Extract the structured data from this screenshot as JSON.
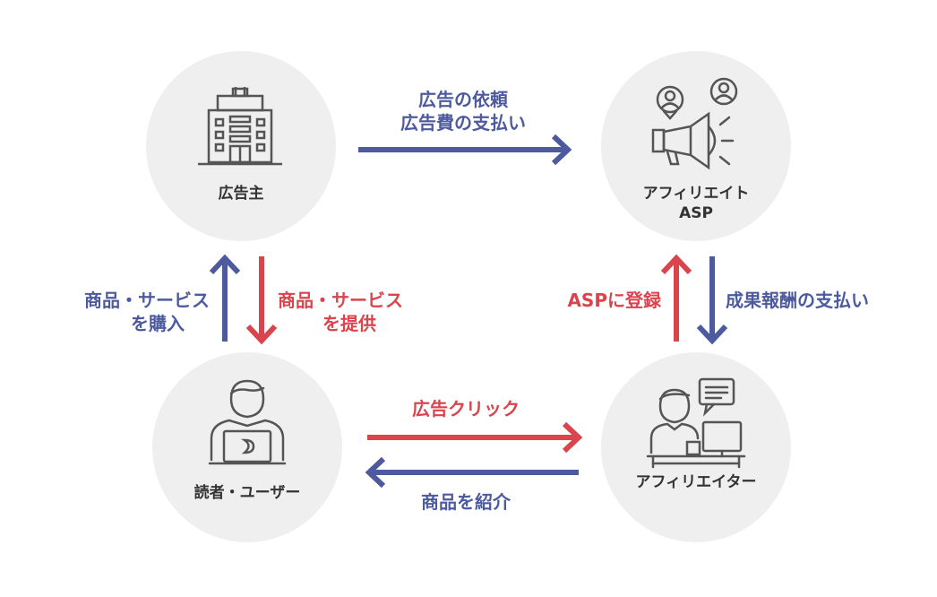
{
  "nodes": {
    "advertiser": {
      "label": "広告主",
      "icon": "building-icon"
    },
    "asp": {
      "label_line1": "アフィリエイト",
      "label_line2": "ASP",
      "icon": "megaphone-users-icon"
    },
    "reader": {
      "label": "読者・ユーザー",
      "icon": "user-laptop-icon"
    },
    "affiliate": {
      "label": "アフィリエイター",
      "icon": "person-computer-chat-icon"
    }
  },
  "edges": {
    "ad_request": {
      "line1": "広告の依頼",
      "line2": "広告費の支払い",
      "color": "#4d5b9e"
    },
    "purchase": {
      "line1": "商品・サービス",
      "line2": "を購入",
      "color": "#4d5b9e"
    },
    "provide": {
      "line1": "商品・サービス",
      "line2": "を提供",
      "color": "#d9444d"
    },
    "asp_register": {
      "label": "ASPに登録",
      "color": "#d9444d"
    },
    "reward_payment": {
      "label": "成果報酬の支払い",
      "color": "#4d5b9e"
    },
    "ad_click": {
      "label": "広告クリック",
      "color": "#d9444d"
    },
    "introduce": {
      "label": "商品を紹介",
      "color": "#4d5b9e"
    }
  },
  "colors": {
    "blue": "#4d5b9e",
    "red": "#d9444d",
    "circle": "#efefef",
    "icon": "#555555"
  }
}
